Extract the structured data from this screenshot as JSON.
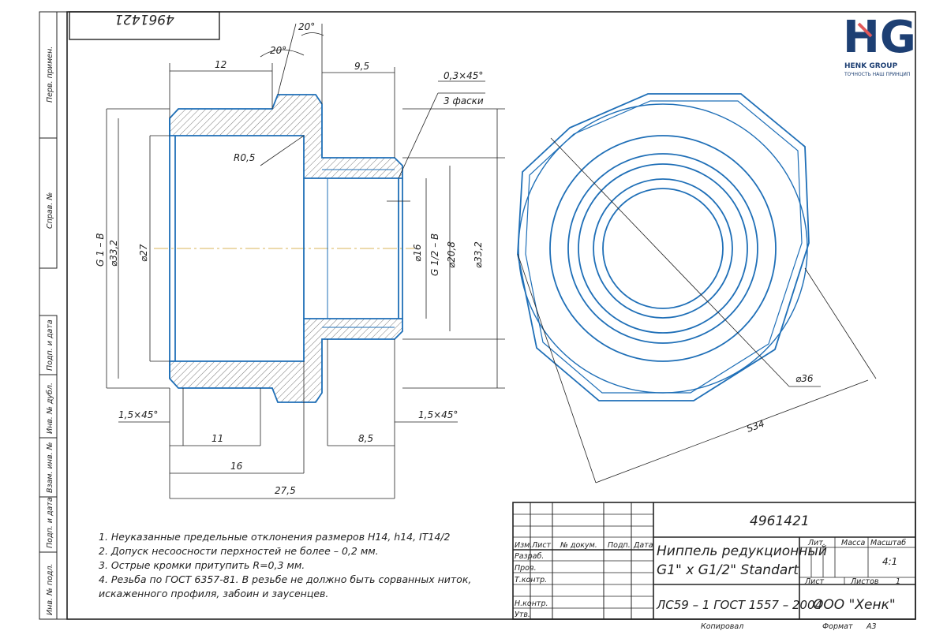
{
  "stamp": {
    "number": "4961421"
  },
  "side_labels": [
    "Перв. примен.",
    "Справ. №",
    "Подп. и дата",
    "Инв. № дубл.",
    "Взам. инв. №",
    "Подп. и дата",
    "Инв. № подл."
  ],
  "logo": {
    "name": "HENK GROUP",
    "tagline": "ТОЧНОСТЬ НАШ ПРИНЦИП",
    "brand_color": "#1d3f73",
    "accent_color": "#e2595a"
  },
  "dimensions": {
    "angle_top": "20°",
    "angle_chamfer": "20°",
    "len_12": "12",
    "len_9_5": "9,5",
    "chamfer_note": "0,3×45°",
    "chamfer_count": "3 фаски",
    "radius": "R0,5",
    "thread_left": "G 1 – B",
    "dia_33_2_left": "⌀33,2",
    "dia_27": "⌀27",
    "dia_16": "⌀16",
    "thread_right": "G 1/2 – B",
    "dia_20_8": "⌀20,8",
    "dia_33_2_right": "⌀33,2",
    "chamfer_left": "1,5×45°",
    "chamfer_right": "1,5×45°",
    "len_11": "11",
    "len_8_5": "8,5",
    "len_16": "16",
    "len_27_5": "27,5",
    "dia_36": "⌀36",
    "hex_s34": "S34"
  },
  "notes": [
    "1. Неуказанные предельные отклонения размеров H14, h14, IT14/2",
    "2. Допуск несоосности перхностей не более – 0,2 мм.",
    "3. Острые кромки притупить R=0,3 мм.",
    "4. Резьба по ГОСТ 6357-81. В резьбе не должно быть сорванных ниток,",
    "искаженного профиля, забоин и заусенцев."
  ],
  "title_block": {
    "doc_number": "4961421",
    "title_line1": "Ниппель редукционный",
    "title_line2": "G1\" x G1/2\" Standart",
    "material": "ЛС59 – 1 ГОСТ 1557 – 2004",
    "company": "ООО \"Хенк\"",
    "col_izm": "Изм.",
    "col_list": "Лист",
    "col_doc": "№ докум.",
    "col_sign": "Подп.",
    "col_date": "Дата",
    "row_razrab": "Разраб.",
    "row_prov": "Пров.",
    "row_tkontr": "Т.контр.",
    "row_nkontr": "Н.контр.",
    "row_utv": "Утв.",
    "lit": "Лит.",
    "mass": "Масса",
    "scale_label": "Масштаб",
    "scale_value": "4:1",
    "sheet_label": "Лист",
    "sheets_label": "Листов",
    "sheets_value": "1",
    "copied": "Копировал",
    "format_label": "Формат",
    "format_value": "А3"
  },
  "colors": {
    "line": "#1a1a1a",
    "contour": "#1f6fb7",
    "hatch": "#555555",
    "axis": "#d9b55a"
  }
}
